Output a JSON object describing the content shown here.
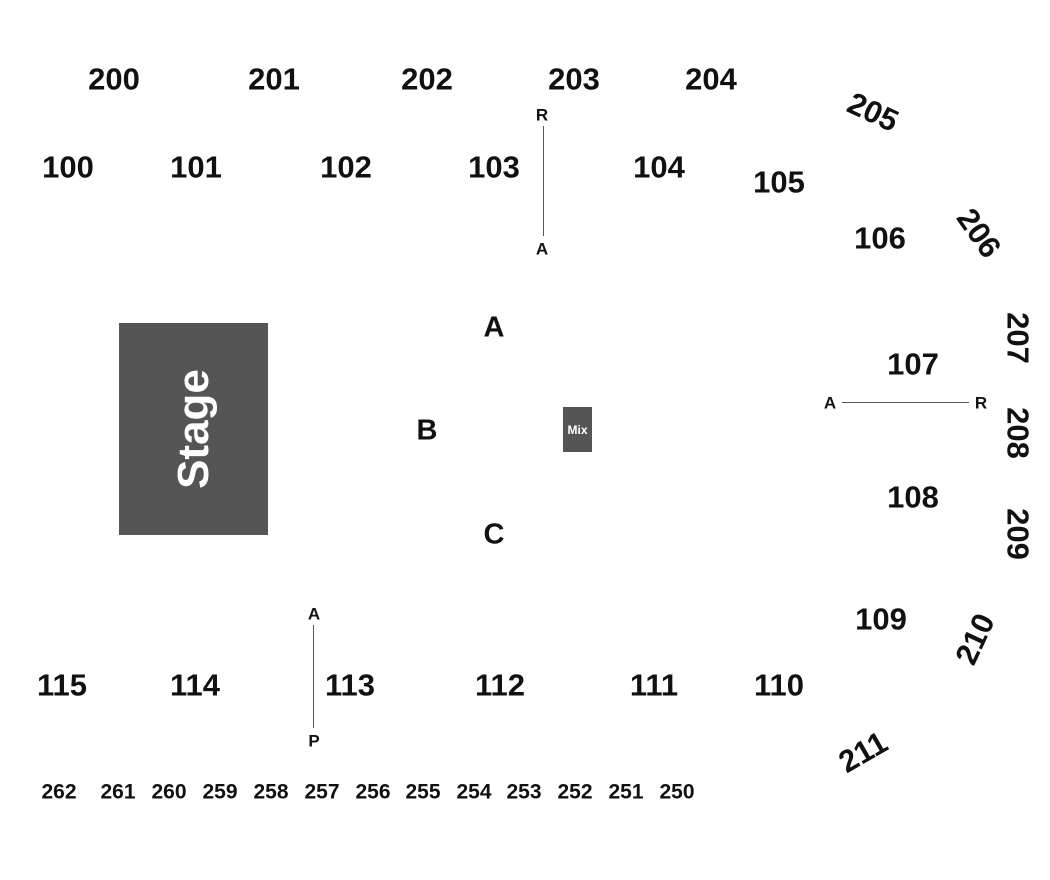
{
  "upper_top": [
    "200",
    "201",
    "202",
    "203",
    "204"
  ],
  "lower_top": [
    "100",
    "101",
    "102",
    "103",
    "104"
  ],
  "right_side": {
    "s105": "105",
    "s106": "106",
    "s107": "107",
    "s108": "108",
    "s109": "109",
    "s110": "110"
  },
  "upper_right": {
    "s205": "205",
    "s206": "206",
    "s207": "207",
    "s208": "208",
    "s209": "209",
    "s210": "210",
    "s211": "211"
  },
  "lower_bottom": [
    "115",
    "114",
    "113",
    "112",
    "111"
  ],
  "upper_bottom": [
    "262",
    "261",
    "260",
    "259",
    "258",
    "257",
    "256",
    "255",
    "254",
    "253",
    "252",
    "251",
    "250"
  ],
  "floor": {
    "a": "A",
    "b": "B",
    "c": "C"
  },
  "rows": {
    "s103_top": "R",
    "s103_bottom": "A",
    "s107_left": "A",
    "s107_right": "R",
    "s113_top": "A",
    "s113_bottom": "P"
  },
  "stage": "Stage",
  "mix": "Mix",
  "colors": {
    "stage": "#555555",
    "text": "#111111",
    "background": "#ffffff"
  }
}
